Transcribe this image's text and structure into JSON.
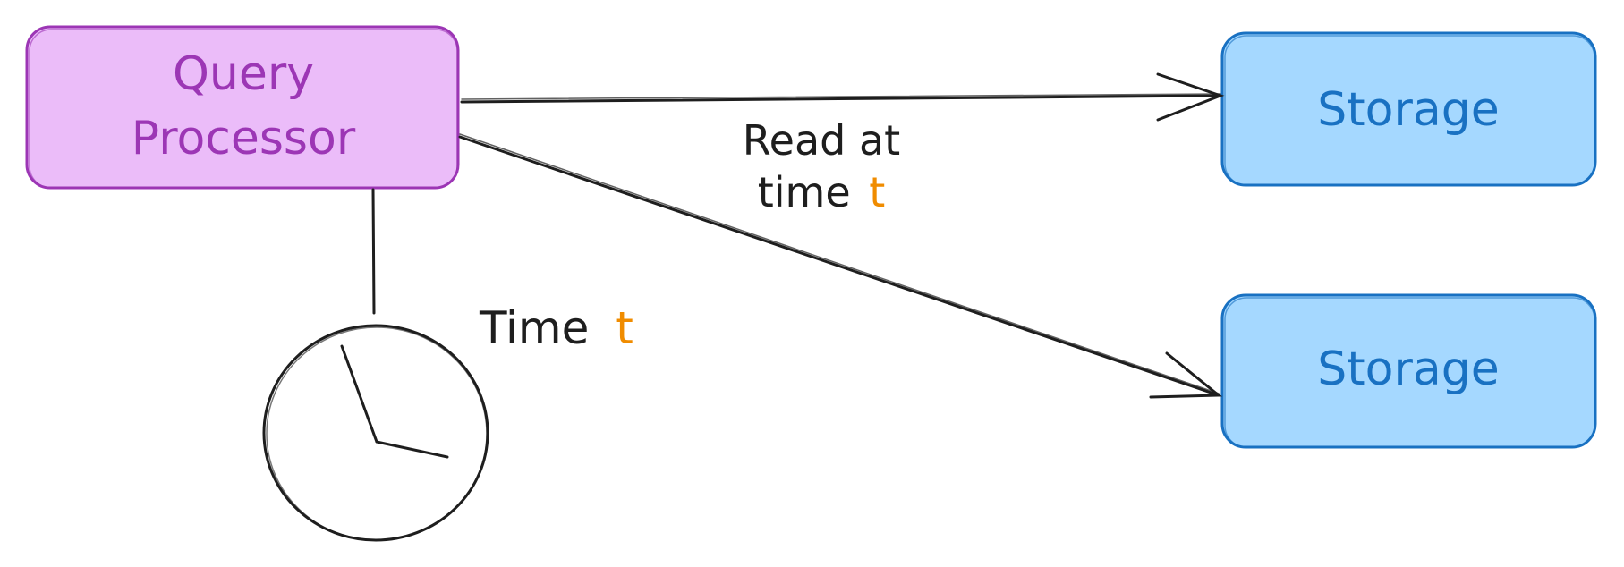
{
  "colors": {
    "processor_fill": "#ebbcf9",
    "processor_stroke": "#9c36b5",
    "processor_text": "#9c36b5",
    "storage_fill": "#a5d8ff",
    "storage_stroke": "#1971c2",
    "storage_text": "#1971c2",
    "ink": "#1e1e1e",
    "accent": "#f08c00"
  },
  "nodes": {
    "processor": {
      "line1": "Query",
      "line2": "Processor"
    },
    "storage_top": {
      "label": "Storage"
    },
    "storage_bottom": {
      "label": "Storage"
    }
  },
  "labels": {
    "read_line1": "Read at",
    "read_line2_prefix": "time",
    "read_line2_var": "t",
    "clock_prefix": "Time",
    "clock_var": "t"
  },
  "icons": {
    "clock": "clock-icon"
  }
}
